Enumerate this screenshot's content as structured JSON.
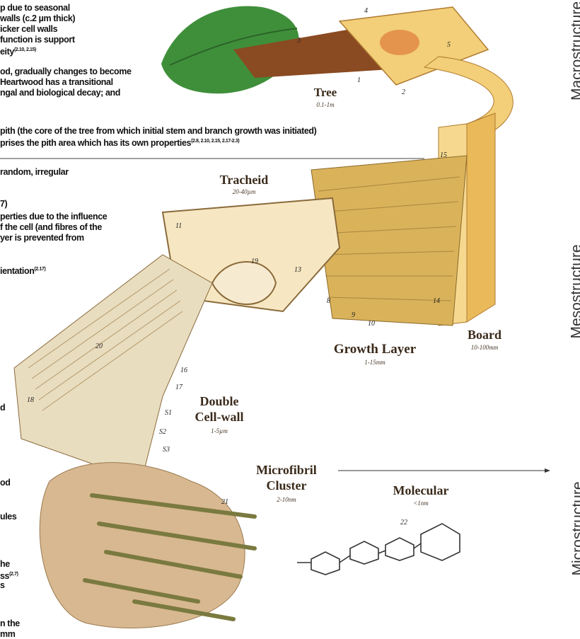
{
  "left_text": {
    "line1": "p due to seasonal",
    "line2": "walls (c.2 µm thick)",
    "line3": "icker cell walls",
    "line4": "function is support",
    "line5": "eity",
    "line5_ref": "(2.10, 2.15)",
    "line6": "od, gradually changes to become",
    "line7": "Heartwood has a transitional",
    "line8": "ngal and biological decay; and",
    "pith1": "pith (the core of the tree from which initial stem and branch growth was initiated)",
    "pith2": "prises the pith area which has its own properties",
    "pith2_ref": "(2.8, 2.10, 2.15, 2.17-2.3)",
    "line9": "random, irregular",
    "line10": "7)",
    "line11": "perties due to the influence",
    "line12": "f the cell (and fibres of the",
    "line13": "yer is prevented from",
    "line14": "ientation",
    "line14_ref": "(2.17)",
    "frag1": "d",
    "frag2": "od",
    "frag3": "ules",
    "frag4": "he",
    "frag5": "ss",
    "frag5_ref": "(2.7)",
    "frag6": "s",
    "frag7": "n the",
    "frag8": "mm"
  },
  "side_labels": {
    "macro": "Macrostructure",
    "meso": "Mesostructure",
    "micro": "Microstructure"
  },
  "captions": {
    "tree": "Tree",
    "tree_scale": "0.1-1m",
    "tracheid": "Tracheid",
    "tracheid_scale": "20-40µm",
    "board": "Board",
    "board_scale": "10-100mm",
    "growth_layer": "Growth Layer",
    "growth_layer_scale": "1-15mm",
    "double_cell_wall_1": "Double",
    "double_cell_wall_2": "Cell-wall",
    "double_cell_wall_scale": "1-5µm",
    "microfibril_1": "Microfibril",
    "microfibril_2": "Cluster",
    "microfibril_scale": "2-10nm",
    "molecular": "Molecular",
    "molecular_scale": "<1nm"
  },
  "callouts": [
    "1",
    "2",
    "3",
    "4",
    "5",
    "8",
    "9",
    "10",
    "11",
    "13",
    "14",
    "15",
    "16",
    "17",
    "18",
    "19",
    "20",
    "21",
    "22",
    "S1",
    "S2",
    "S3"
  ],
  "colors": {
    "leaf": "#3f8f3a",
    "bark": "#8a4a22",
    "wood": "#f2cf78",
    "wood_dark": "#d9a441",
    "cell": "#f6e7c2",
    "fibril": "#7a7a40"
  }
}
